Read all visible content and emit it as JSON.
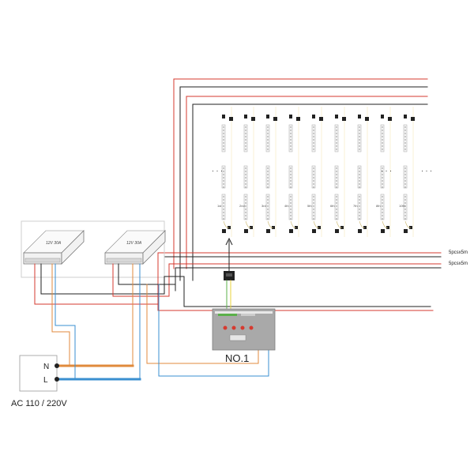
{
  "colors": {
    "red": "#d63a2f",
    "black": "#222222",
    "orange": "#e08a3c",
    "blue": "#3a8fd0",
    "green": "#5bb04a",
    "yellow": "#e8d33a",
    "controller": "#a9a9a9"
  },
  "power_supplies": [
    {
      "rating": "12V 30A"
    },
    {
      "rating": "12V 30A"
    }
  ],
  "ac_source": {
    "terminal_n": "N",
    "terminal_l": "L",
    "label": "AC 110 / 220V"
  },
  "controller": {
    "name": "NO.1"
  },
  "outputs": [
    {
      "label": "5pcsx5m"
    },
    {
      "label": "5pcsx5m"
    }
  ],
  "strip_labels": [
    "1st",
    "2nd",
    "3rd",
    "4th",
    "5th",
    "6th",
    "7th",
    "8th",
    "10th"
  ],
  "ellipsis": "· · ·",
  "icons": [
    "ac-socket-icon",
    "power-supply-icon",
    "controller-icon",
    "led-strip-icon",
    "connector-icon"
  ]
}
